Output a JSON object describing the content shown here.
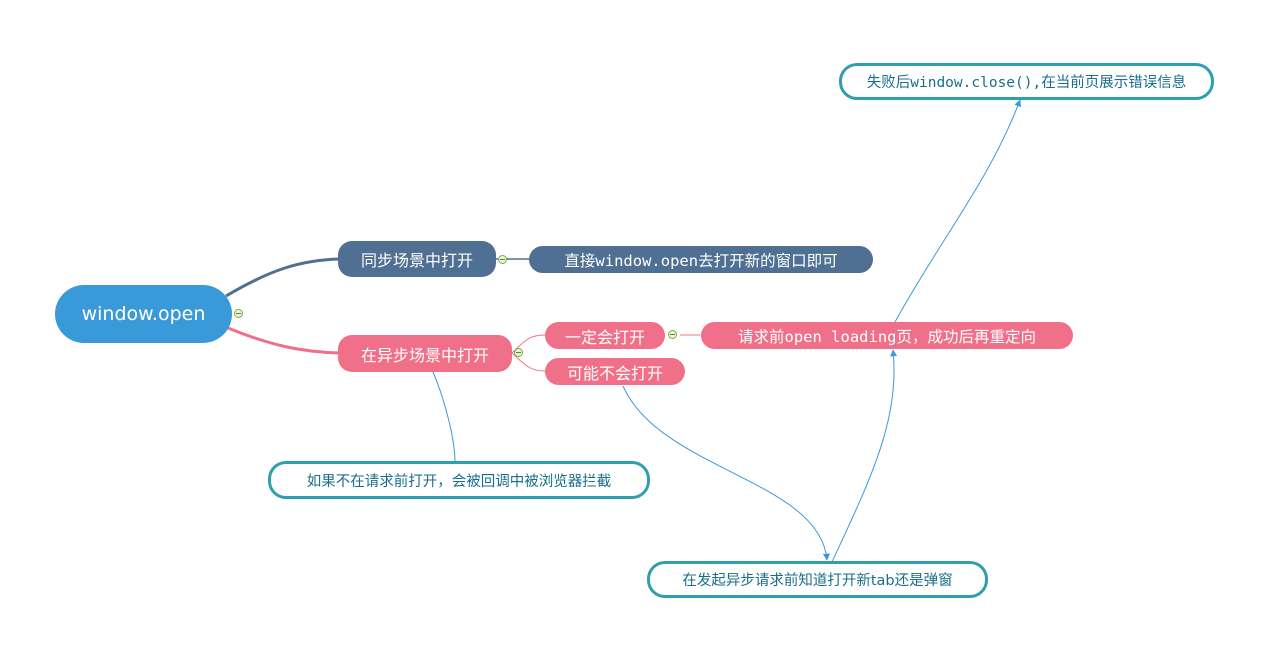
{
  "root": {
    "label": "window.open"
  },
  "branches": {
    "sync": {
      "label": "同步场景中打开",
      "children": {
        "direct": "直接window.open去打开新的窗口即可"
      }
    },
    "async": {
      "label": "在异步场景中打开",
      "children": {
        "will_open": "一定会打开",
        "may_not_open": "可能不会打开",
        "loading_page": "请求前open loading页，成功后再重定向"
      }
    }
  },
  "callouts": {
    "on_failure": "失败后window.close(),在当前页展示错误信息",
    "blocked": "如果不在请求前打开，会被回调中被浏览器拦截",
    "know_before": "在发起异步请求前知道打开新tab还是弹窗"
  },
  "colors": {
    "root": "#3a9ad9",
    "sync_branch": "#4f7092",
    "async_branch": "#f07089",
    "callout_border": "#2f9fb0",
    "callout_text": "#1a6e8c",
    "relationship_line": "#3a9ad9"
  }
}
